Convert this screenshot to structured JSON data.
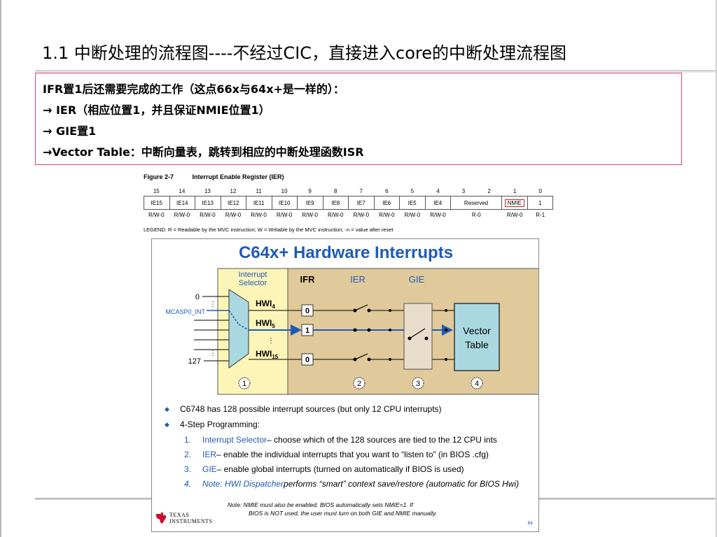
{
  "title": "1.1 中断处理的流程图----不经过CIC，直接进入core的中断处理流程图",
  "note_lines": [
    "IFR置1后还需要完成的工作（这点66x与64x+是一样的）：",
    "→ IER（相应位置1，并且保证NMIE位置1）",
    "→ GIE置1",
    "→Vector Table：中断向量表，跳转到相应的中断处理函数ISR"
  ],
  "figure": {
    "number": "Figure 2-7",
    "caption": "Interrupt Enable Register (IER)",
    "bit_numbers": [
      "15",
      "14",
      "13",
      "12",
      "11",
      "10",
      "9",
      "8",
      "7",
      "6",
      "5",
      "4",
      "3",
      "2",
      "1",
      "0"
    ],
    "fields": [
      {
        "name": "IE15",
        "span": 1
      },
      {
        "name": "IE14",
        "span": 1
      },
      {
        "name": "IE13",
        "span": 1
      },
      {
        "name": "IE12",
        "span": 1
      },
      {
        "name": "IE11",
        "span": 1
      },
      {
        "name": "IE10",
        "span": 1
      },
      {
        "name": "IE9",
        "span": 1
      },
      {
        "name": "IE8",
        "span": 1
      },
      {
        "name": "IE7",
        "span": 1
      },
      {
        "name": "IE6",
        "span": 1
      },
      {
        "name": "IE5",
        "span": 1
      },
      {
        "name": "IE4",
        "span": 1
      },
      {
        "name": "Reserved",
        "span": 2
      },
      {
        "name": "NMIE",
        "span": 1
      },
      {
        "name": "1",
        "span": 1
      }
    ],
    "access": [
      {
        "text": "R/W-0",
        "span": 1
      },
      {
        "text": "R/W-0",
        "span": 1
      },
      {
        "text": "R/W-0",
        "span": 1
      },
      {
        "text": "R/W-0",
        "span": 1
      },
      {
        "text": "R/W-0",
        "span": 1
      },
      {
        "text": "R/W-0",
        "span": 1
      },
      {
        "text": "R/W-0",
        "span": 1
      },
      {
        "text": "R/W-0",
        "span": 1
      },
      {
        "text": "R/W-0",
        "span": 1
      },
      {
        "text": "R/W-0",
        "span": 1
      },
      {
        "text": "R/W-0",
        "span": 1
      },
      {
        "text": "R/W-0",
        "span": 1
      },
      {
        "text": "R-0",
        "span": 2
      },
      {
        "text": "R/W-0",
        "span": 1
      },
      {
        "text": "R-1",
        "span": 1
      }
    ],
    "legend": "LEGEND: R = Readable by the MVC instruction; W = Writable by the MVC instruction; -n = value after reset"
  },
  "slide": {
    "title": "C64x+ Hardware Interrupts",
    "selector_label_1": "Interrupt",
    "selector_label_2": "Selector",
    "col_ifr": "IFR",
    "col_ier": "IER",
    "col_gie": "GIE",
    "input_0": "0",
    "input_mcasp": "MCASP0_INT",
    "input_127": "127",
    "hwi4": "HWI",
    "hwi4_sub": "4",
    "hwi5": "HWI",
    "hwi5_sub": "5",
    "hwi15": "HWI",
    "hwi15_sub": "15",
    "ifr_bits": [
      "0",
      "1",
      "0"
    ],
    "vector_1": "Vector",
    "vector_2": "Table",
    "circles": [
      "1",
      "2",
      "3",
      "4"
    ],
    "bullet_1": "C6748 has 128 possible interrupt sources (but only 12 CPU interrupts)",
    "bullet_2": "4-Step Programming:",
    "steps": [
      {
        "num": "1.",
        "key": "Interrupt Selector",
        "rest": " – choose which of the 128 sources are tied to the 12 CPU ints"
      },
      {
        "num": "2.",
        "key": "IER",
        "rest": " – enable the individual interrupts that you want to “listen to” (in BIOS .cfg)"
      },
      {
        "num": "3.",
        "key": "GIE",
        "rest": " – enable global interrupts (turned on automatically if BIOS is used)"
      },
      {
        "num": "4.",
        "key": "Note: HWI Dispatcher",
        "rest": " performs “smart” context save/restore (automatic for BIOS Hwi)"
      }
    ],
    "note_1": "Note: NMIE must also be enabled. BIOS automatically sets NMIE=1. If",
    "note_2": "BIOS is NOT used, the user must turn on both GIE and NMIE manually.",
    "logo_1": "TEXAS",
    "logo_2": "INSTRUMENTS",
    "page": "84"
  },
  "colors": {
    "accent_blue": "#1f5bb5",
    "selector_fill": "#fdf5b8",
    "cpu_fill": "#e0c99a",
    "mux_fill": "#a9d8e0",
    "vector_fill": "#a9d8e0",
    "note_border": "#d6467a",
    "nmie_highlight": "#d62020",
    "ti_red": "#c8102e"
  }
}
